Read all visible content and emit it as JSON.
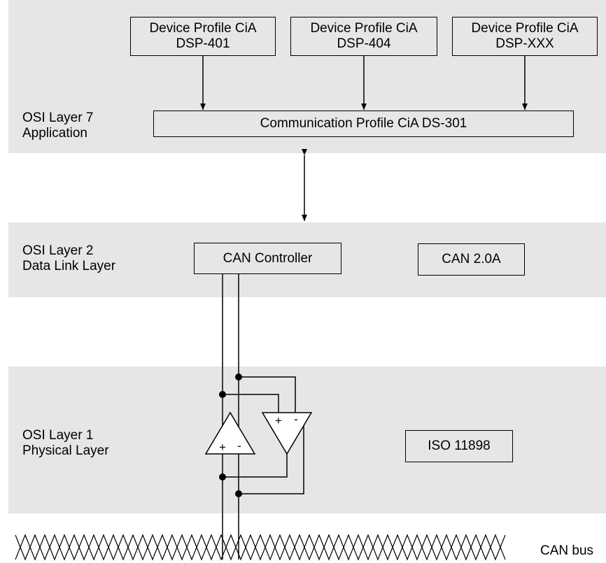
{
  "layers": {
    "application": {
      "label_line1": "OSI Layer 7",
      "label_line2": "Application"
    },
    "datalink": {
      "label_line1": "OSI Layer 2",
      "label_line2": "Data Link Layer"
    },
    "physical": {
      "label_line1": "OSI Layer 1",
      "label_line2": "Physical Layer"
    }
  },
  "device_profiles": [
    {
      "line1": "Device Profile CiA",
      "line2": "DSP-401"
    },
    {
      "line1": "Device Profile CiA",
      "line2": "DSP-404"
    },
    {
      "line1": "Device Profile CiA",
      "line2": "DSP-XXX"
    }
  ],
  "communication_profile": "Communication Profile CiA DS-301",
  "can_controller": "CAN Controller",
  "can_standard": "CAN 2.0A",
  "iso_standard": "ISO 11898",
  "can_bus_label": "CAN bus",
  "transceiver": {
    "driver_plus": "+",
    "driver_minus": "-",
    "receiver_plus": "+",
    "receiver_minus": "-"
  },
  "colors": {
    "band": "#e6e6e6",
    "line": "#000000",
    "background": "#ffffff"
  }
}
